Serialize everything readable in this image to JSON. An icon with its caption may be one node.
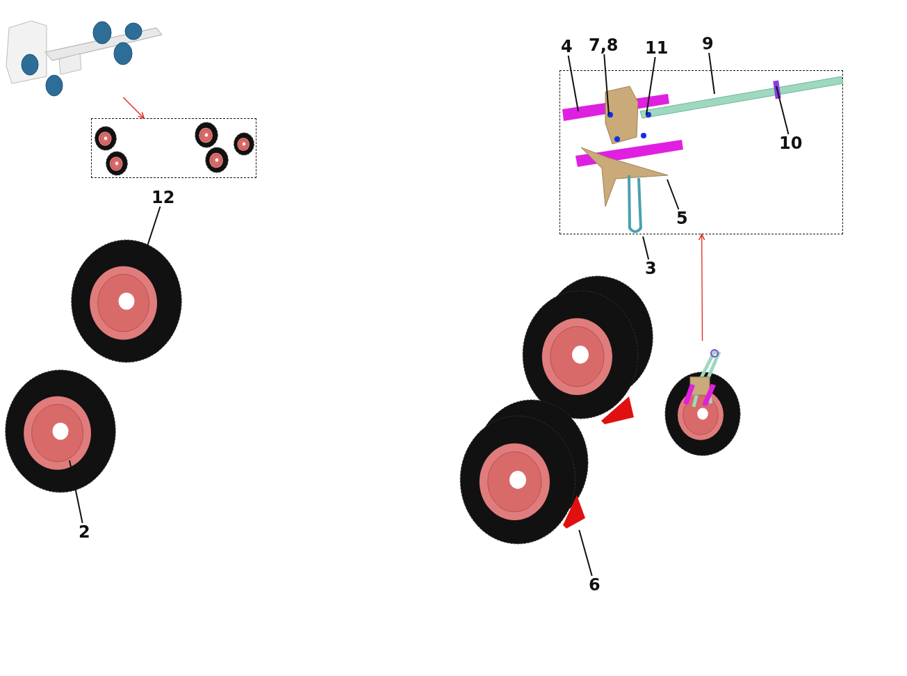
{
  "diagram": {
    "nodes": [
      {
        "text": [],
        "shape": "picture"
      },
      {
        "text": [],
        "shape": "box"
      },
      {
        "text": [],
        "shape": "box"
      },
      {
        "text": [],
        "shape": "picture"
      },
      {
        "text": [
          "12"
        ]
      },
      {
        "text": [
          "2"
        ]
      },
      {
        "text": [
          "4"
        ]
      },
      {
        "text": [
          "7,8"
        ]
      },
      {
        "text": [
          "11"
        ]
      },
      {
        "text": [
          "9"
        ]
      },
      {
        "text": [
          "10"
        ],
        "in": 2
      },
      {
        "text": [
          "5"
        ],
        "in": 2
      },
      {
        "text": [
          "3"
        ]
      },
      {
        "text": [
          "6"
        ]
      },
      {
        "text": [],
        "shape": "picture",
        "in": 2
      },
      {
        "text": [],
        "shape": "picture"
      }
    ],
    "edges": [
      {
        "from": 0,
        "to": 1,
        "arrow": "to",
        "color": "#e02020"
      },
      {
        "from": 3,
        "to": 2,
        "arrow": "to",
        "color": "#e02020"
      },
      {
        "from": 4,
        "to": null,
        "arrow": "none"
      },
      {
        "from": 5,
        "to": null,
        "arrow": "none"
      },
      {
        "from": 6,
        "to": null,
        "arrow": "none"
      },
      {
        "from": 7,
        "to": null,
        "arrow": "none"
      },
      {
        "from": 8,
        "to": null,
        "arrow": "none"
      },
      {
        "from": 9,
        "to": null,
        "arrow": "none"
      },
      {
        "from": 10,
        "to": null,
        "arrow": "none"
      },
      {
        "from": 11,
        "to": null,
        "arrow": "none"
      },
      {
        "from": 12,
        "to": 14,
        "arrow": "none"
      },
      {
        "from": 13,
        "to": 15,
        "arrow": "none"
      }
    ]
  }
}
